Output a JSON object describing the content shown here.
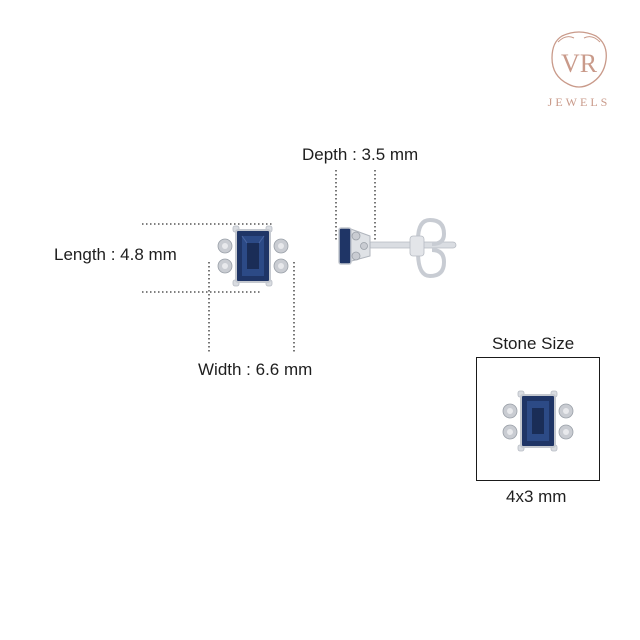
{
  "brand": {
    "monogram": "VR",
    "name": "JEWELS",
    "color": "#c99a8a"
  },
  "dimensions": {
    "depth": "Depth : 3.5 mm",
    "length": "Length : 4.8 mm",
    "width": "Width : 6.6 mm"
  },
  "stone": {
    "title": "Stone Size",
    "size": "4x3 mm",
    "gem_color": "#1f3566",
    "metal_color": "#d6d9de",
    "diamond_color": "#c9ccd2"
  }
}
